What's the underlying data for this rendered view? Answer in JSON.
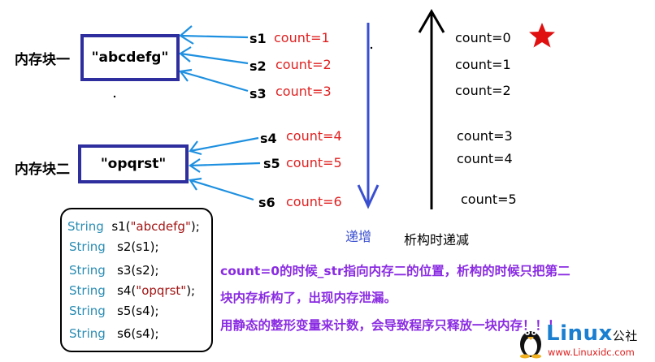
{
  "blocks": [
    {
      "label": "内存块一",
      "value": "\"abcdefg\""
    },
    {
      "label": "内存块二",
      "value": "\"opqrst\""
    }
  ],
  "left_refs": [
    {
      "name": "s1",
      "count": "count=1"
    },
    {
      "name": "s2",
      "count": "count=2"
    },
    {
      "name": "s3",
      "count": "count=3"
    },
    {
      "name": "s4",
      "count": "count=4"
    },
    {
      "name": "s5",
      "count": "count=5"
    },
    {
      "name": "s6",
      "count": "count=6"
    }
  ],
  "right_counts": [
    "count=0",
    "count=1",
    "count=2",
    "count=3",
    "count=4",
    "count=5"
  ],
  "labels": {
    "increase": "递增",
    "destruct_decrease": "析构时递减"
  },
  "code": [
    {
      "type": "String",
      "call": "s1(",
      "arg": "\"abcdefg\"",
      "tail": ");",
      "arg_is_string": true
    },
    {
      "type": "String",
      "call": "s2(",
      "arg": "s1",
      "tail": ");",
      "arg_is_string": false
    },
    {
      "type": "String",
      "call": "s3(",
      "arg": "s2",
      "tail": ");",
      "arg_is_string": false
    },
    {
      "type": "String",
      "call": "s4(",
      "arg": "\"opqrst\"",
      "tail": ");",
      "arg_is_string": true
    },
    {
      "type": "String",
      "call": "s5(",
      "arg": "s4",
      "tail": ");",
      "arg_is_string": false
    },
    {
      "type": "String",
      "call": "s6(",
      "arg": "s4",
      "tail": ");",
      "arg_is_string": false
    }
  ],
  "note": [
    "count=0的时候_str指向内存二的位置，析构的时候只把第二",
    "块内存析构了，出现内存泄漏。",
    "用静态的整形变量来计数，会导致程序只释放一块内存！！！"
  ],
  "watermark": {
    "brand": "Linux",
    "brand_suffix": "公社",
    "url": "www.Linuxidc.com"
  },
  "colors": {
    "box_border": "#2e2e9e",
    "ref_arrow": "#1e90e0",
    "count_text": "#e02020",
    "note_text": "#8a2be2",
    "increase_arrow": "#3a4fd0",
    "star": "#e01010"
  }
}
